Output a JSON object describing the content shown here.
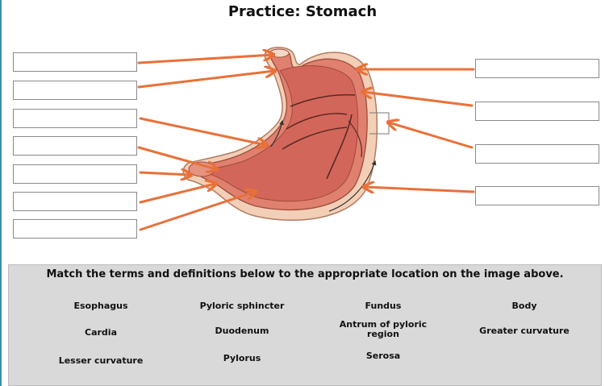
{
  "page": {
    "title": "Practice: Stomach"
  },
  "colors": {
    "arrow": "#e8713a",
    "stomach_outer": "#f2cfb6",
    "stomach_muscle": "#e0806e",
    "stomach_mucosa": "#d3665a",
    "bank_background": "#d9d9d9"
  },
  "bank": {
    "instructions": "Match the terms and definitions below to the appropriate location on the image above.",
    "terms": [
      "Esophagus",
      "Pyloric sphincter",
      "Fundus",
      "Body",
      "Cardia",
      "Duodenum",
      "Antrum of pyloric region",
      "Greater curvature",
      "Lesser curvature",
      "Pylorus",
      "Serosa"
    ]
  }
}
